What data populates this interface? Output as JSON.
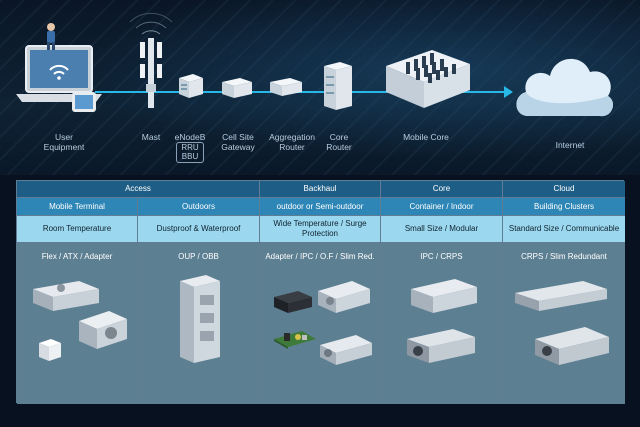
{
  "network": {
    "user_equipment": "User\nEquipment",
    "mast": "Mast",
    "enodeb": "eNodeB",
    "rru": "RRU",
    "bbu": "BBU",
    "cell_site_gateway": "Cell Site\nGateway",
    "aggregation_router": "Aggregation\nRouter",
    "core_router": "Core\nRouter",
    "mobile_core": "Mobile Core",
    "internet": "Internet"
  },
  "colors": {
    "flow_line": "#28b8e8",
    "header_dark": "#1e5e86",
    "header_mid": "#2d86b6",
    "header_light": "#9bd8ef",
    "product_bg": "#5d7f92"
  },
  "table": {
    "segments": [
      "Access",
      "Backhaul",
      "Core",
      "Cloud"
    ],
    "environments": [
      "Mobile Terminal",
      "Outdoors",
      "outdoor or Semi-outdoor",
      "Container / Indoor",
      "Building Clusters"
    ],
    "requirements": [
      "Room Temperature",
      "Dustproof & Waterproof",
      "Wide Temperature / Surge Protection",
      "Small Size / Modular",
      "Standard Size / Communicable"
    ],
    "products": [
      "Flex / ATX / Adapter",
      "OUP / OBB",
      "Adapter / IPC / O.F / Slim Red.",
      "IPC / CRPS",
      "CRPS / Slim Redundant"
    ]
  }
}
